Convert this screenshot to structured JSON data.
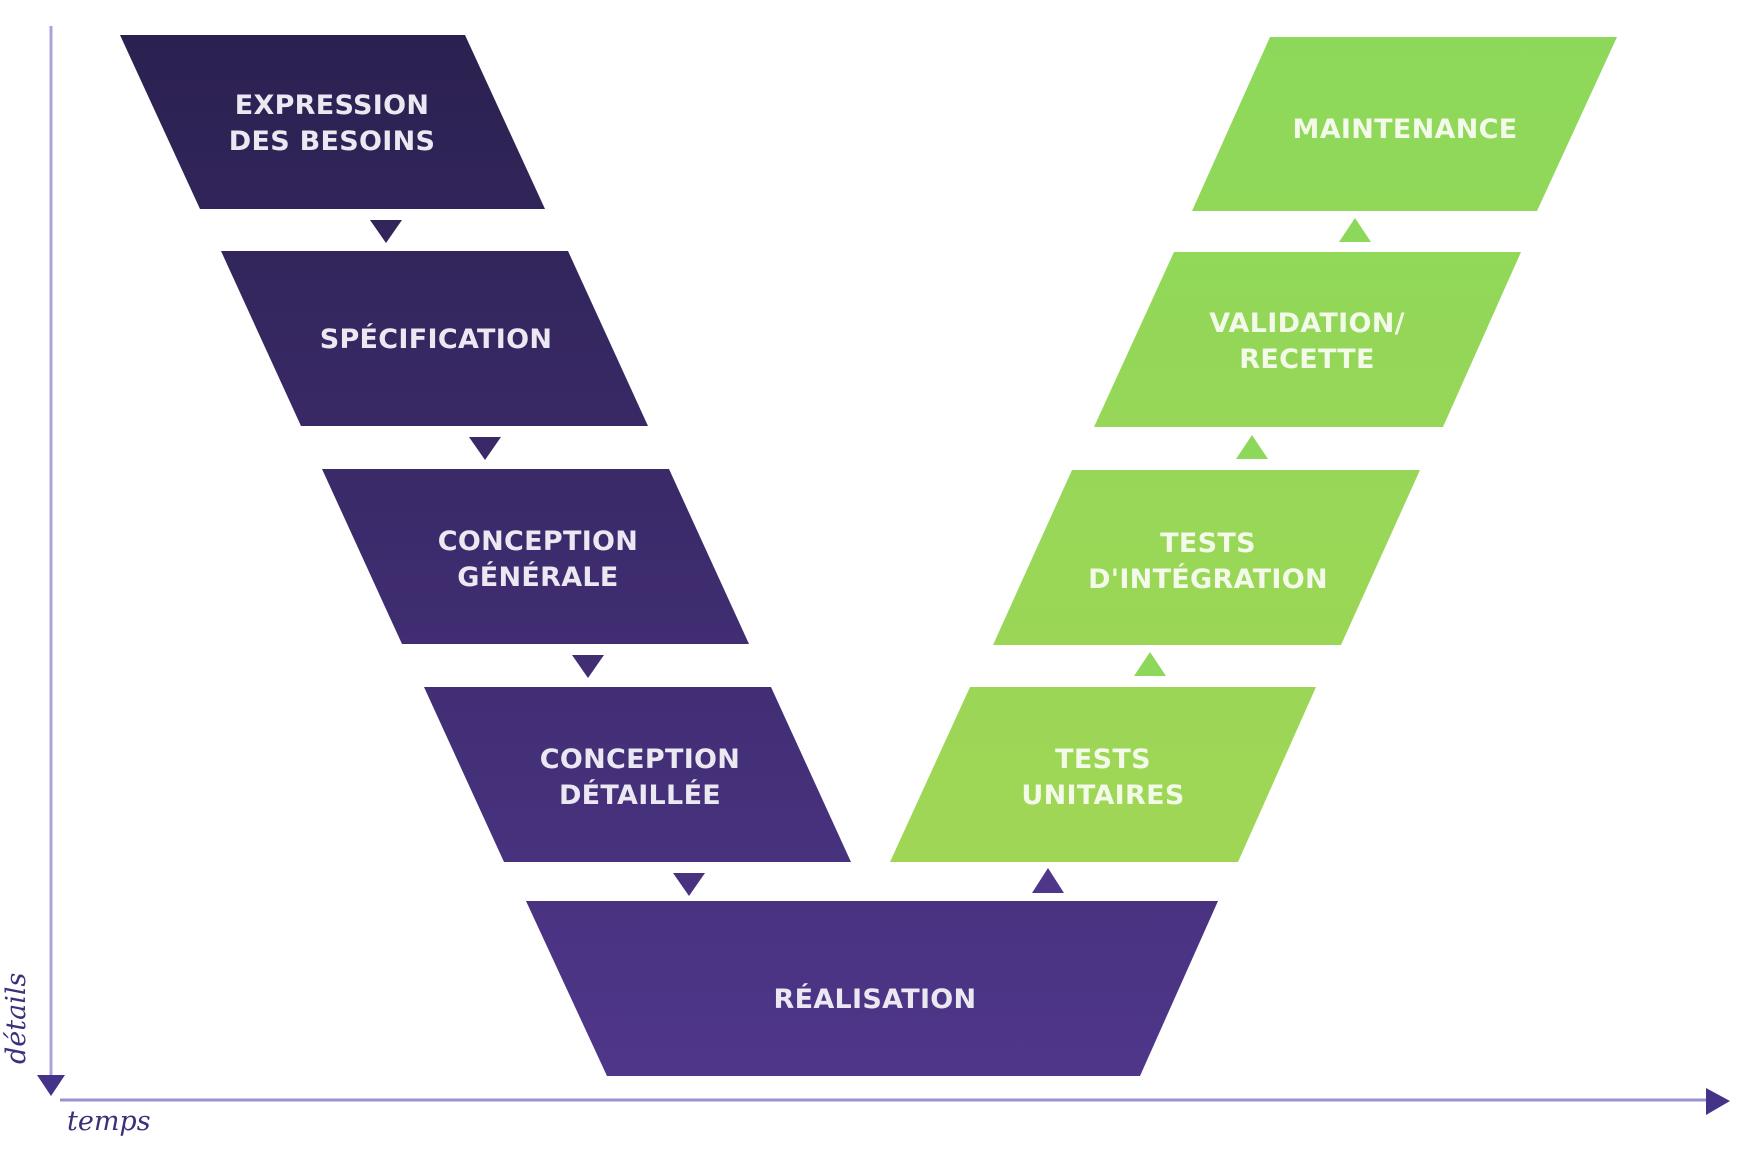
{
  "diagram": {
    "type": "v-model",
    "axes": {
      "vertical_label": "détails",
      "horizontal_label": "temps"
    },
    "colors": {
      "descending_top": "#2b2150",
      "descending_bottom": "#4f368a",
      "ascending_top": "#8dd85a",
      "ascending_bottom": "#a0d655",
      "axis": "#8a80c4",
      "axis_arrow": "#45338a",
      "text_on_purple": "#ebe8f2",
      "text_on_green": "#f3fae9"
    },
    "descending_phases": [
      {
        "id": "expression",
        "lines": [
          "EXPRESSION",
          "DES BESOINS"
        ]
      },
      {
        "id": "specification",
        "lines": [
          "SPÉCIFICATION"
        ]
      },
      {
        "id": "conception-generale",
        "lines": [
          "CONCEPTION",
          "GÉNÉRALE"
        ]
      },
      {
        "id": "conception-detaillee",
        "lines": [
          "CONCEPTION",
          "DÉTAILLÉE"
        ]
      }
    ],
    "bottom_phase": {
      "id": "realisation",
      "lines": [
        "RÉALISATION"
      ]
    },
    "ascending_phases": [
      {
        "id": "tests-unitaires",
        "lines": [
          "TESTS",
          "UNITAIRES"
        ]
      },
      {
        "id": "tests-integration",
        "lines": [
          "TESTS",
          "D'INTÉGRATION"
        ]
      },
      {
        "id": "validation-recette",
        "lines": [
          "VALIDATION/",
          "RECETTE"
        ]
      },
      {
        "id": "maintenance",
        "lines": [
          "MAINTENANCE"
        ]
      }
    ],
    "flow": [
      {
        "from": "expression",
        "to": "specification",
        "direction": "down"
      },
      {
        "from": "specification",
        "to": "conception-generale",
        "direction": "down"
      },
      {
        "from": "conception-generale",
        "to": "conception-detaillee",
        "direction": "down"
      },
      {
        "from": "conception-detaillee",
        "to": "realisation",
        "direction": "down"
      },
      {
        "from": "realisation",
        "to": "tests-unitaires",
        "direction": "up"
      },
      {
        "from": "tests-unitaires",
        "to": "tests-integration",
        "direction": "up"
      },
      {
        "from": "tests-integration",
        "to": "validation-recette",
        "direction": "up"
      },
      {
        "from": "validation-recette",
        "to": "maintenance",
        "direction": "up"
      }
    ]
  }
}
